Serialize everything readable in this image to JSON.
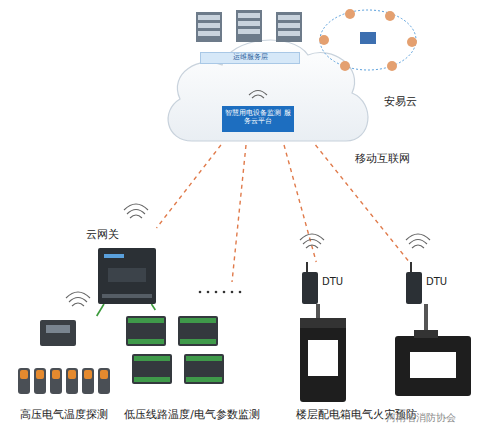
{
  "diagram": {
    "nodes": [
      {
        "text": [
          "安易云"
        ]
      },
      {
        "text": [
          "运维服务层"
        ],
        "in": 0
      },
      {
        "text": [
          "智慧用电设备监测 服务云平台"
        ],
        "in": 0
      },
      {
        "text": [
          "云网关"
        ]
      },
      {
        "text": [
          "高压电气温度探测"
        ]
      },
      {
        "text": [
          "低压线路温度/电气参数监测"
        ]
      },
      {
        "text": [
          "DTU"
        ]
      },
      {
        "text": [
          "DTU"
        ]
      }
    ],
    "edges": [
      {
        "from": 0,
        "to": 3,
        "arrow": "none"
      },
      {
        "from": 0,
        "to": 6,
        "arrow": "none"
      },
      {
        "from": 0,
        "to": 7,
        "arrow": "none"
      },
      {
        "from": 3,
        "to": 4,
        "arrow": "none"
      },
      {
        "from": 3,
        "to": 5,
        "arrow": "none"
      }
    ],
    "labels": [
      "移动互联网",
      "楼层配电箱电气火灾预防",
      "河南省消防协会"
    ]
  }
}
